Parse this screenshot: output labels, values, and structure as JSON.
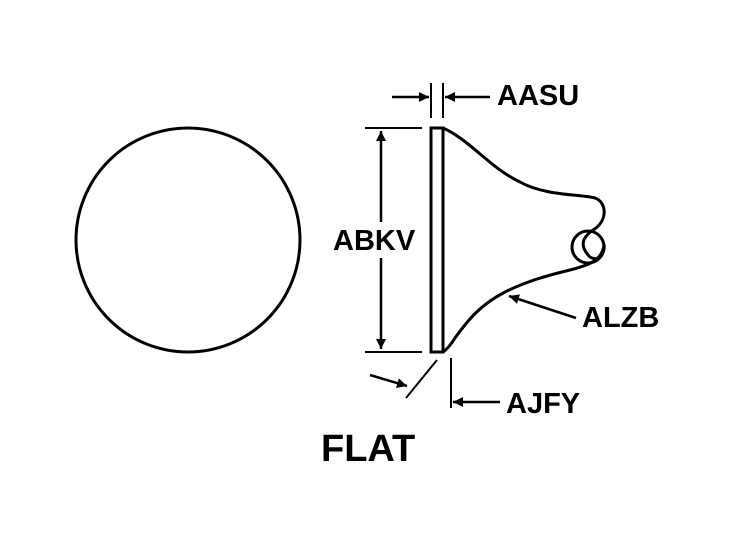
{
  "diagram": {
    "title": "FLAT",
    "labels": {
      "thickness": "AASU",
      "diameter": "ABKV",
      "profile": "ALZB",
      "edge": "AJFY"
    },
    "line_color": "#000000",
    "background_color": "#ffffff"
  }
}
